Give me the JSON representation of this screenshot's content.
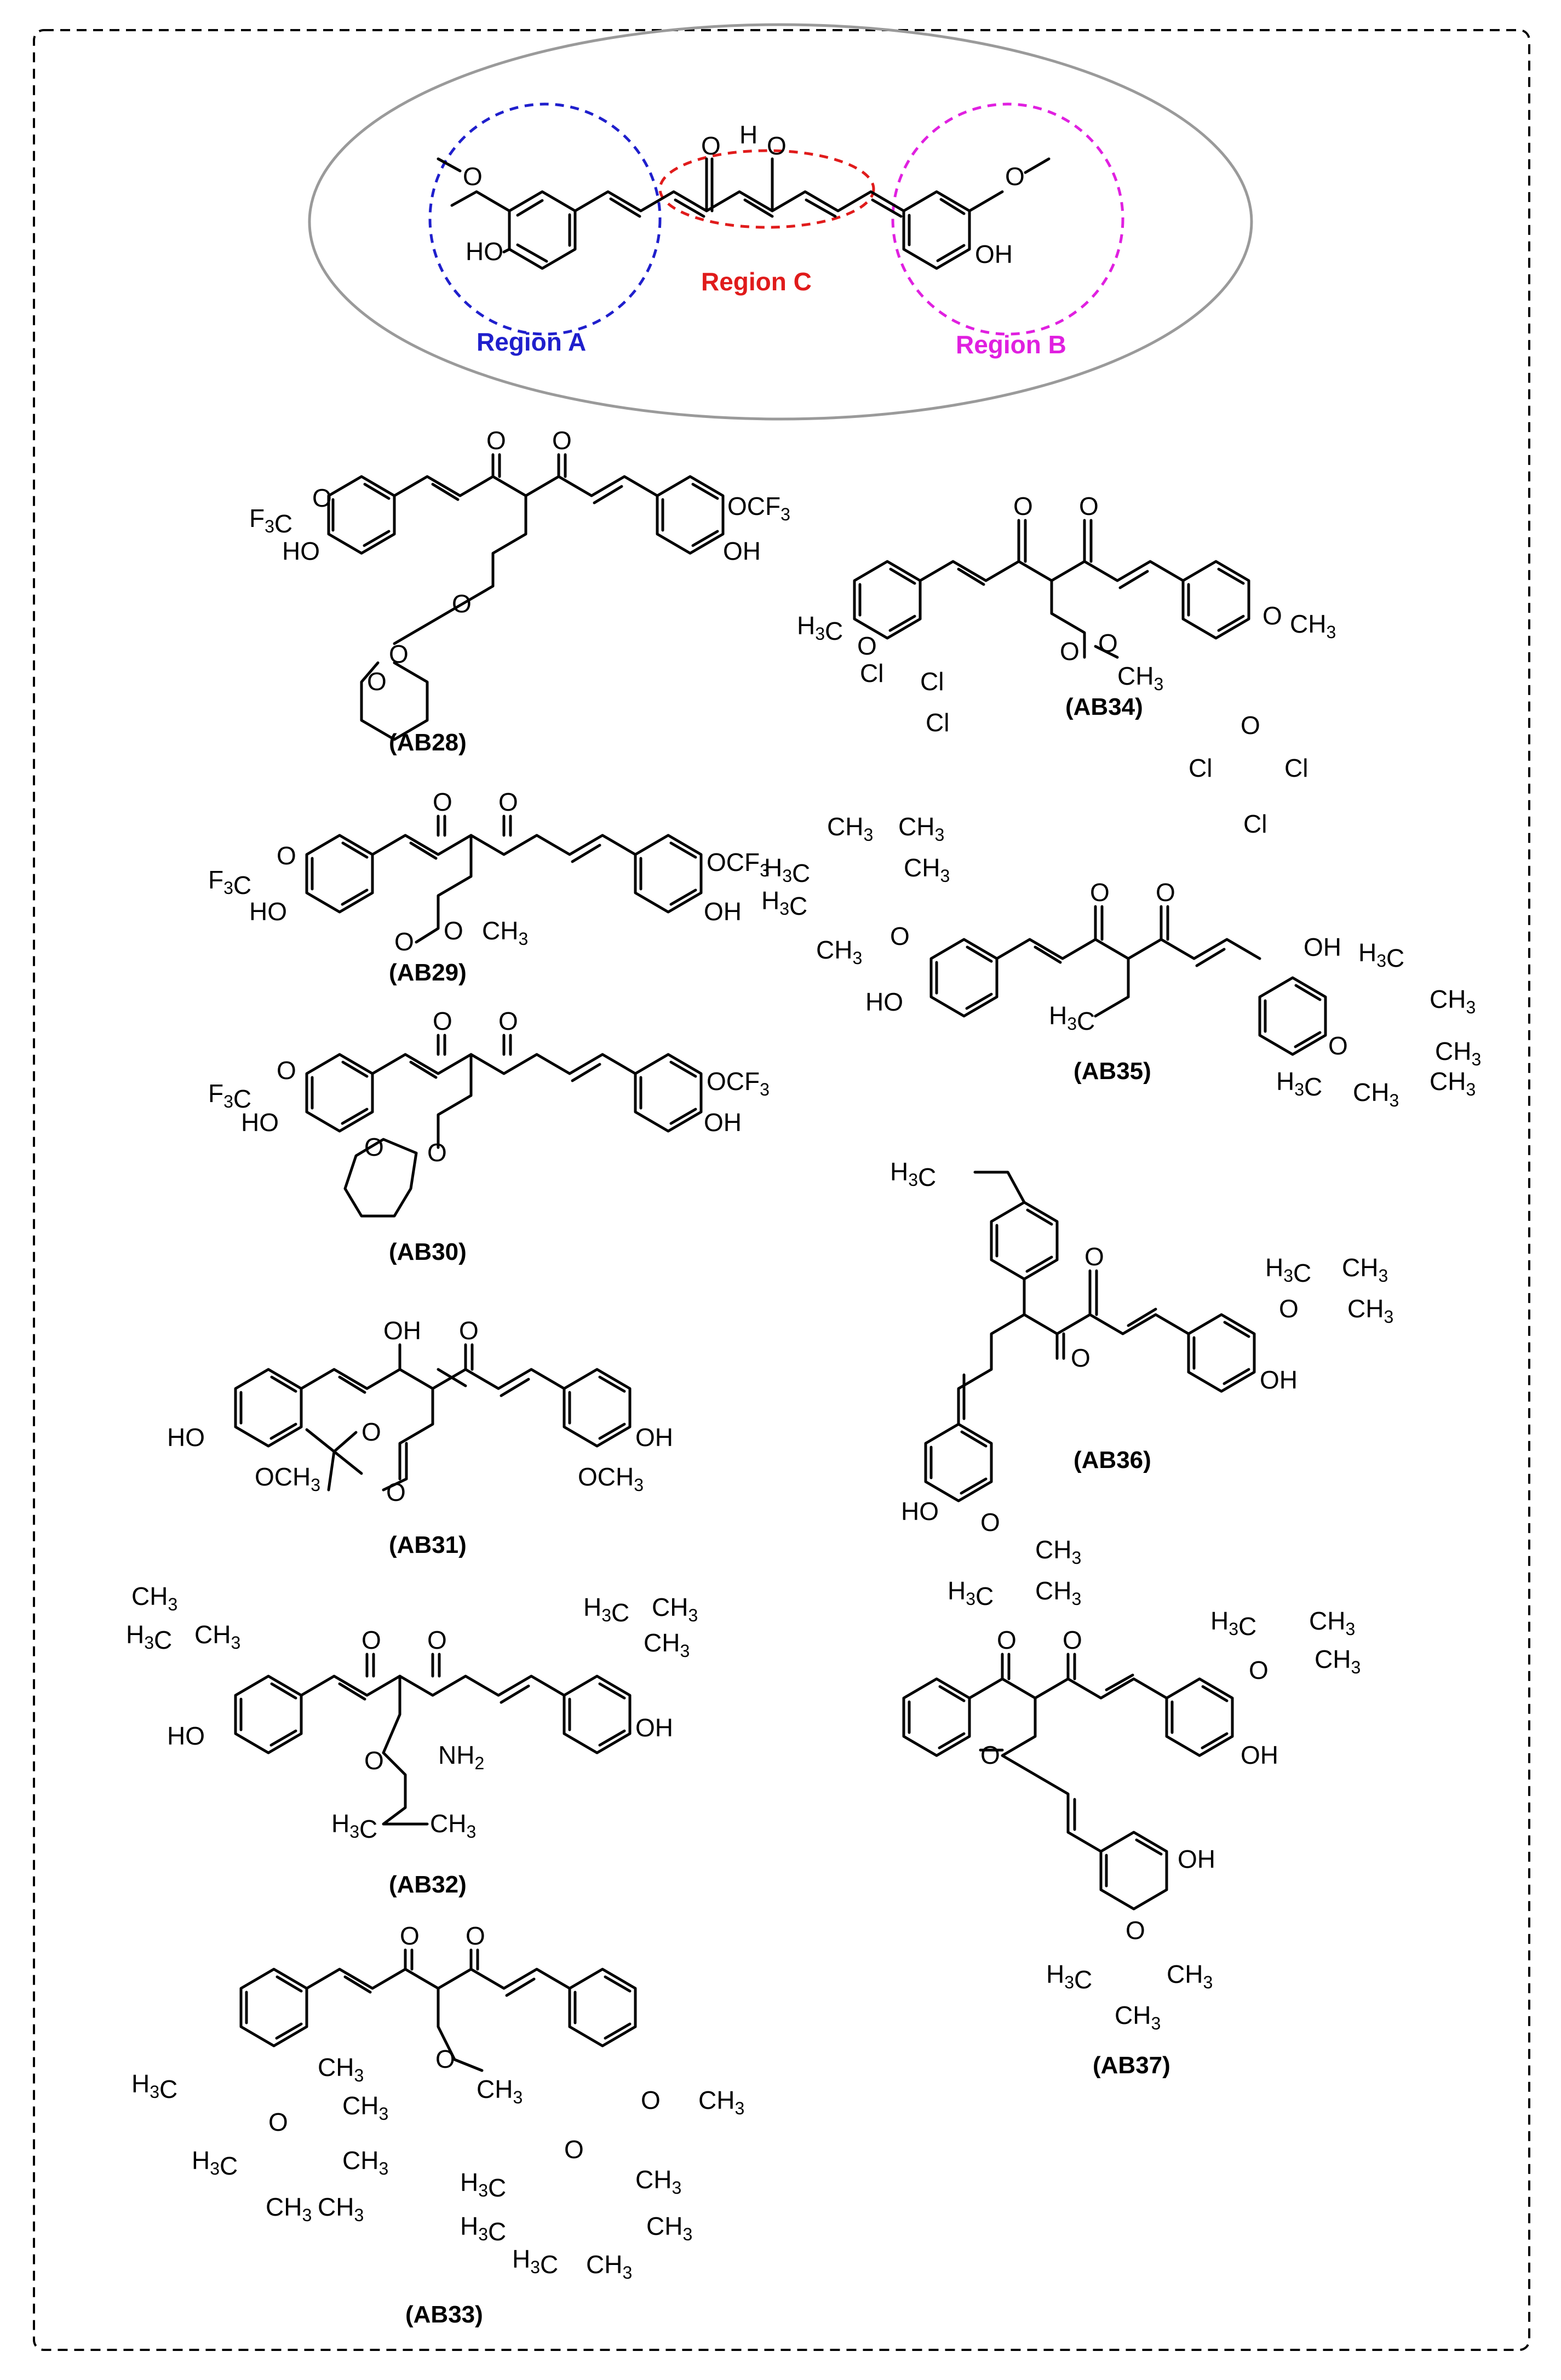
{
  "regions": [
    {
      "label": "Region A",
      "color": "#1f1fcc"
    },
    {
      "label": "Region C",
      "color": "#e01b1b"
    },
    {
      "label": "Region B",
      "color": "#e020e0"
    }
  ],
  "curcumin_atoms": {
    "ome_left_o": "O",
    "oh_left": "HO",
    "enol_o_left": "O",
    "enol_h": "H",
    "enol_o_right": "O",
    "ome_right_o": "O",
    "oh_right": "OH"
  },
  "compounds": [
    {
      "id": "AB28",
      "label": "(AB28)"
    },
    {
      "id": "AB29",
      "label": "(AB29)"
    },
    {
      "id": "AB30",
      "label": "(AB30)"
    },
    {
      "id": "AB31",
      "label": "(AB31)"
    },
    {
      "id": "AB32",
      "label": "(AB32)"
    },
    {
      "id": "AB33",
      "label": "(AB33)"
    },
    {
      "id": "AB34",
      "label": "(AB34)"
    },
    {
      "id": "AB35",
      "label": "(AB35)"
    },
    {
      "id": "AB36",
      "label": "(AB36)"
    },
    {
      "id": "AB37",
      "label": "(AB37)"
    }
  ],
  "atom_labels": {
    "O": "O",
    "OH": "OH",
    "HO": "HO",
    "H3C": "H3C",
    "CH3": "CH3",
    "CF3": "CF3",
    "F3C": "F3C",
    "Cl": "Cl",
    "NH2": "NH2",
    "OCF3": "OCF3",
    "OCH3": "OCH3"
  }
}
